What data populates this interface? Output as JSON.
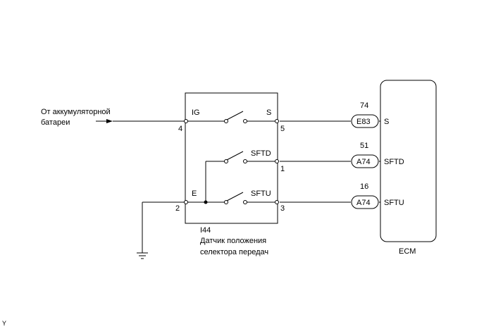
{
  "source": {
    "line1": "От аккумуляторной",
    "line2": "батареи"
  },
  "switch_module": {
    "code": "I44",
    "name_line1": "Датчик положения",
    "name_line2": "селектора передач",
    "terminals": {
      "ig": "IG",
      "s": "S",
      "sftd": "SFTD",
      "e": "E",
      "sftu": "SFTU",
      "pin_ig": "4",
      "pin_s": "5",
      "pin_sftd": "1",
      "pin_e": "2",
      "pin_sftu": "3"
    }
  },
  "connectors": [
    {
      "pin": "74",
      "connector": "E83",
      "signal": "S"
    },
    {
      "pin": "51",
      "connector": "A74",
      "signal": "SFTD"
    },
    {
      "pin": "16",
      "connector": "A74",
      "signal": "SFTU"
    }
  ],
  "ecm": {
    "label": "ECM"
  },
  "corner_mark": "Y"
}
